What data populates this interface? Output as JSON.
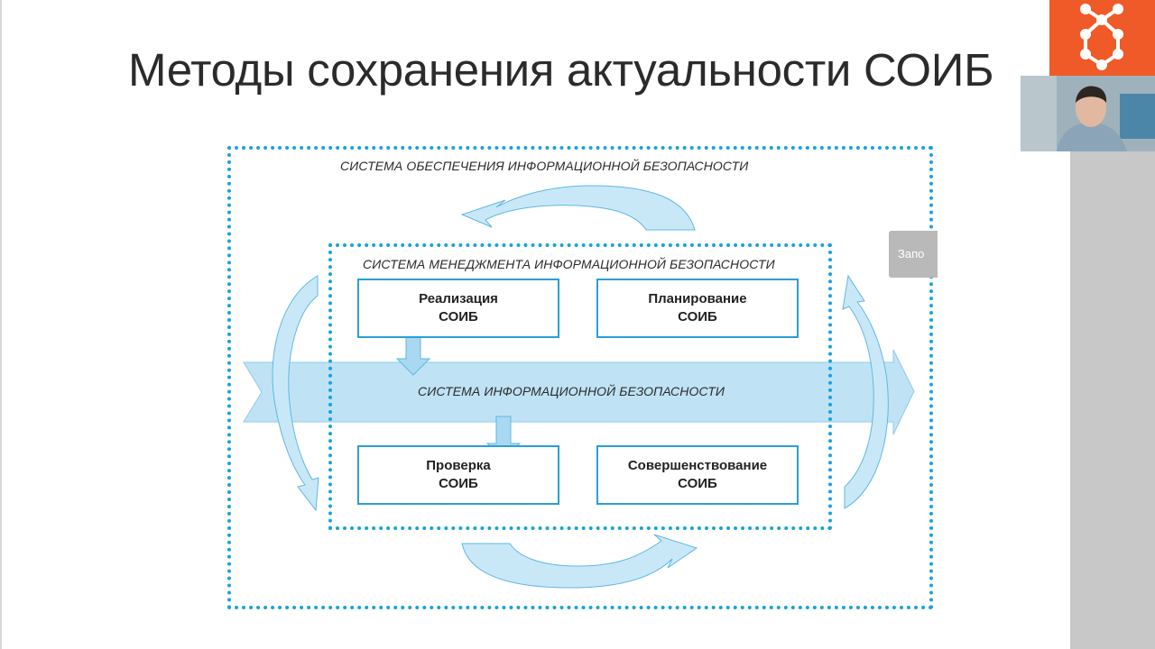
{
  "slide": {
    "title": "Методы сохранения актуальности СОИБ"
  },
  "diagram": {
    "outer_caption": "СИСТЕМА ОБЕСПЕЧЕНИЯ ИНФОРМАЦИОННОЙ БЕЗОПАСНОСТИ",
    "inner_caption": "СИСТЕМА МЕНЕДЖМЕНТА ИНФОРМАЦИОННОЙ БЕЗОПАСНОСТИ",
    "band_caption": "СИСТЕМА ИНФОРМАЦИОННОЙ БЕЗОПАСНОСТИ",
    "boxes": [
      {
        "line1": "Реализация",
        "line2": "СОИБ"
      },
      {
        "line1": "Планирование",
        "line2": "СОИБ"
      },
      {
        "line1": "Проверка",
        "line2": "СОИБ"
      },
      {
        "line1": "Совершенствование",
        "line2": "СОИБ"
      }
    ],
    "colors": {
      "accent": "#1aa2dc",
      "band": "#bfe3f5",
      "arrow_fill": "#c9e8f7"
    }
  },
  "overlay": {
    "save_button_label": "Запо"
  }
}
